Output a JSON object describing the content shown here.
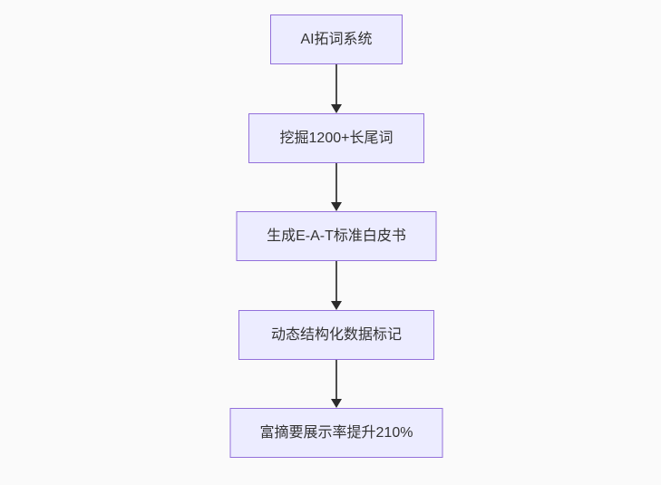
{
  "diagram": {
    "type": "flowchart",
    "direction": "top-down",
    "nodes": [
      {
        "id": "node-1",
        "label": "AI拓词系统"
      },
      {
        "id": "node-2",
        "label": "挖掘1200+长尾词"
      },
      {
        "id": "node-3",
        "label": "生成E-A-T标准白皮书"
      },
      {
        "id": "node-4",
        "label": "动态结构化数据标记"
      },
      {
        "id": "node-5",
        "label": "富摘要展示率提升210%"
      }
    ],
    "edges": [
      {
        "from": "node-1",
        "to": "node-2"
      },
      {
        "from": "node-2",
        "to": "node-3"
      },
      {
        "from": "node-3",
        "to": "node-4"
      },
      {
        "from": "node-4",
        "to": "node-5"
      }
    ],
    "colors": {
      "background": "#FAFAFA",
      "node_fill": "#ECECFF",
      "node_border": "#9370DB",
      "node_text": "#333333",
      "arrow": "#333333"
    }
  }
}
